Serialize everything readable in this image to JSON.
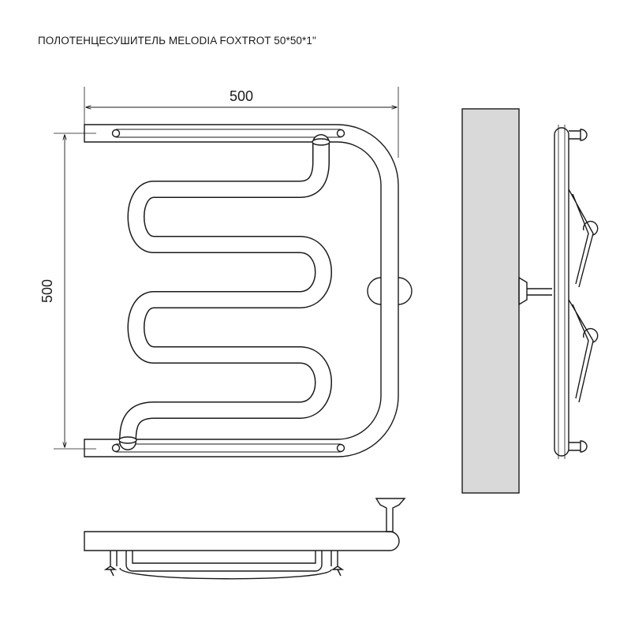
{
  "title": "ПОЛОТЕНЦЕСУШИТЕЛЬ MELODIA FOXTROT 50*50*1\"",
  "dimensions": {
    "width_label": "500",
    "height_label": "500"
  },
  "colors": {
    "line": "#1a1a1a",
    "wall_fill": "#d9d9d9",
    "background": "#ffffff"
  }
}
